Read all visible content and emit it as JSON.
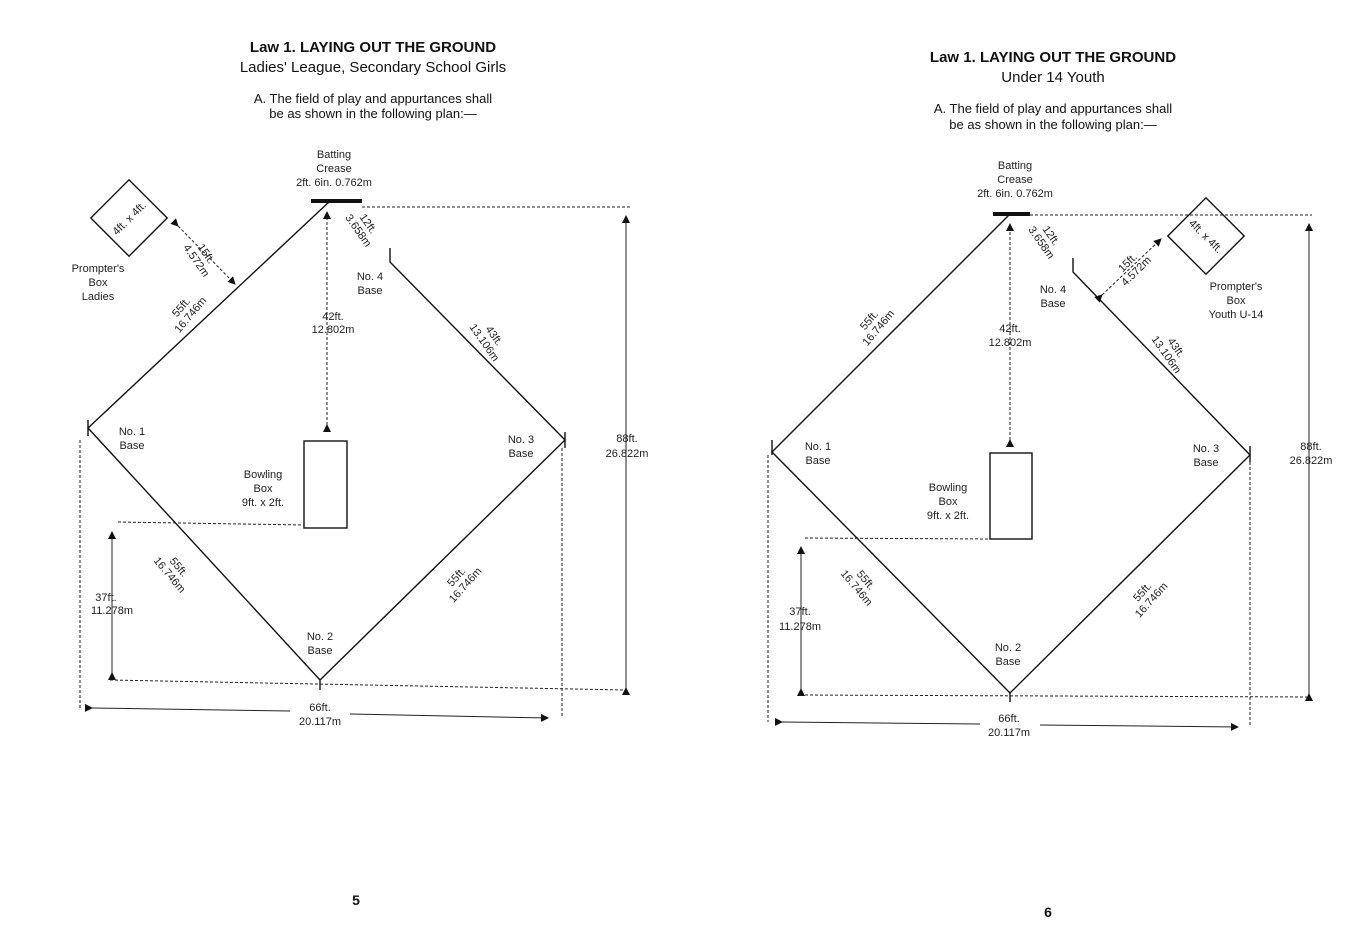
{
  "pages": [
    {
      "title": "Law 1. LAYING OUT THE GROUND",
      "subtitle": "Ladies' League, Secondary School Girls",
      "intro_line1": "A. The field of play and appurtances shall",
      "intro_line2": "be as shown in the following plan:—",
      "batting": "Batting",
      "crease": "Crease",
      "crease_size": "2ft. 6in.   0.762m",
      "prompter_box_size": "4ft. x 4ft.",
      "prompter_1": "Prompter's",
      "prompter_2": "Box",
      "prompter_3": "Ladies",
      "dist15_ft": "15ft.",
      "dist15_m": "4.572m",
      "dist12_ft": "12ft.",
      "dist12_m": "3.658m",
      "no4_1": "No. 4",
      "no4_2": "Base",
      "dist42_ft": "42ft.",
      "dist42_m": "12.802m",
      "dist43_ft": "43ft.",
      "dist43_m": "13.106m",
      "dist55a_ft": "55ft.",
      "dist55a_m": "16.746m",
      "no1_1": "No. 1",
      "no1_2": "Base",
      "no3_1": "No. 3",
      "no3_2": "Base",
      "dist88_ft": "88ft.",
      "dist88_m": "26.822m",
      "bowling_1": "Bowling",
      "bowling_2": "Box",
      "bowling_3": "9ft. x 2ft.",
      "dist55b_ft": "55ft.",
      "dist55b_m": "16.746m",
      "dist55c_ft": "55ft.",
      "dist55c_m": "16.746m",
      "dist37_ft": "37ft.",
      "dist37_m": "11.278m",
      "no2_1": "No. 2",
      "no2_2": "Base",
      "dist66_ft": "66ft.",
      "dist66_m": "20.117m",
      "page_number": "5"
    },
    {
      "title": "Law 1. LAYING OUT THE GROUND",
      "subtitle": "Under 14 Youth",
      "intro_line1": "A. The field of play and appurtances shall",
      "intro_line2": "be as shown in the following plan:—",
      "batting": "Batting",
      "crease": "Crease",
      "crease_size": "2ft. 6in.   0.762m",
      "prompter_box_size": "4ft. x 4ft.",
      "prompter_1": "Prompter's",
      "prompter_2": "Box",
      "prompter_3": "Youth U-14",
      "dist15_ft": "15ft.",
      "dist15_m": "4.572m",
      "dist12_ft": "12ft.",
      "dist12_m": "3.658m",
      "no4_1": "No. 4",
      "no4_2": "Base",
      "dist42_ft": "42ft.",
      "dist42_m": "12.802m",
      "dist43_ft": "43ft.",
      "dist43_m": "13.106m",
      "dist55a_ft": "55ft.",
      "dist55a_m": "16.746m",
      "no1_1": "No. 1",
      "no1_2": "Base",
      "no3_1": "No. 3",
      "no3_2": "Base",
      "dist88_ft": "88ft.",
      "dist88_m": "26.822m",
      "bowling_1": "Bowling",
      "bowling_2": "Box",
      "bowling_3": "9ft. x 2ft.",
      "dist55b_ft": "55ft.",
      "dist55b_m": "16.746m",
      "dist55c_ft": "55ft.",
      "dist55c_m": "16.746m",
      "dist37_ft": "37ft.",
      "dist37_m": "11.278m",
      "no2_1": "No. 2",
      "no2_2": "Base",
      "dist66_ft": "66ft.",
      "dist66_m": "20.117m",
      "page_number": "6"
    }
  ]
}
